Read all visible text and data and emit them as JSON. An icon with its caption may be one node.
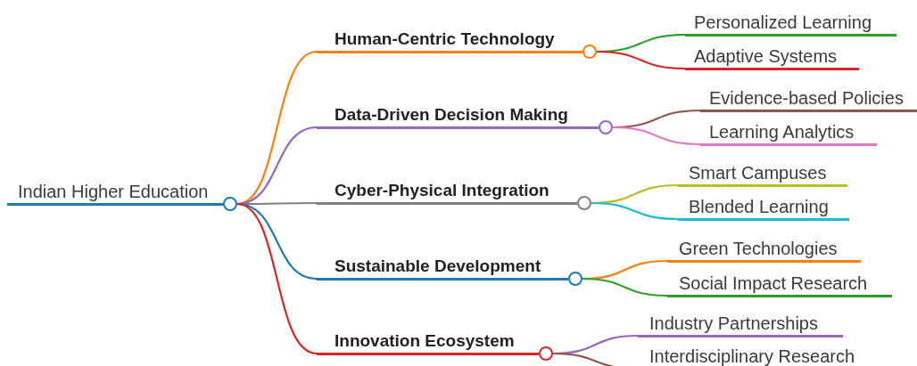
{
  "diagram": {
    "nodes": [
      {
        "text": [
          "Indian Higher Education"
        ]
      },
      {
        "text": [
          "Human-Centric Technology"
        ]
      },
      {
        "text": [
          "Data-Driven Decision Making"
        ]
      },
      {
        "text": [
          "Cyber-Physical Integration"
        ]
      },
      {
        "text": [
          "Sustainable Development"
        ]
      },
      {
        "text": [
          "Innovation Ecosystem"
        ]
      },
      {
        "text": [
          "Personalized Learning"
        ]
      },
      {
        "text": [
          "Adaptive Systems"
        ]
      },
      {
        "text": [
          "Evidence-based Policies"
        ]
      },
      {
        "text": [
          "Learning Analytics"
        ]
      },
      {
        "text": [
          "Smart Campuses"
        ]
      },
      {
        "text": [
          "Blended Learning"
        ]
      },
      {
        "text": [
          "Green Technologies"
        ]
      },
      {
        "text": [
          "Social Impact Research"
        ]
      },
      {
        "text": [
          "Industry Partnerships"
        ]
      },
      {
        "text": [
          "Interdisciplinary Research"
        ]
      }
    ],
    "edges": [
      {
        "from": 0,
        "to": 1,
        "arrow": "none",
        "color": "#ff7f0e"
      },
      {
        "from": 0,
        "to": 2,
        "arrow": "none",
        "color": "#9467bd"
      },
      {
        "from": 0,
        "to": 3,
        "arrow": "none",
        "color": "#7f7f7f"
      },
      {
        "from": 0,
        "to": 4,
        "arrow": "none",
        "color": "#1f77b4"
      },
      {
        "from": 0,
        "to": 5,
        "arrow": "none",
        "color": "#d62728"
      },
      {
        "from": 1,
        "to": 6,
        "arrow": "none",
        "color": "#2ca02c"
      },
      {
        "from": 1,
        "to": 7,
        "arrow": "none",
        "color": "#d62728"
      },
      {
        "from": 2,
        "to": 8,
        "arrow": "none",
        "color": "#8c564b"
      },
      {
        "from": 2,
        "to": 9,
        "arrow": "none",
        "color": "#e377c2"
      },
      {
        "from": 3,
        "to": 10,
        "arrow": "none",
        "color": "#bcbd22"
      },
      {
        "from": 3,
        "to": 11,
        "arrow": "none",
        "color": "#17becf"
      },
      {
        "from": 4,
        "to": 12,
        "arrow": "none",
        "color": "#ff7f0e"
      },
      {
        "from": 4,
        "to": 13,
        "arrow": "none",
        "color": "#2ca02c"
      },
      {
        "from": 5,
        "to": 14,
        "arrow": "none",
        "color": "#9467bd"
      },
      {
        "from": 5,
        "to": 15,
        "arrow": "none",
        "color": "#8c564b"
      }
    ]
  }
}
